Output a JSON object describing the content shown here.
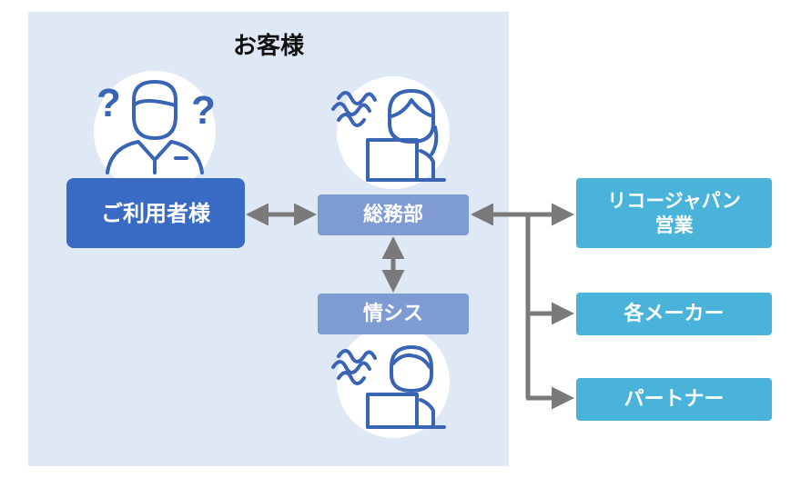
{
  "customer": {
    "title": "お客様"
  },
  "nodes": {
    "user": "ご利用者様",
    "general_affairs": "総務部",
    "info_systems": "情シス",
    "ricoh_line1": "リコージャパン",
    "ricoh_line2": "営業",
    "makers": "各メーカー",
    "partners": "パートナー"
  },
  "colors": {
    "panel": "#dfe9f6",
    "user_box": "#3a6bc4",
    "dept_box": "#7f9bd3",
    "vendor_box": "#4ab3d9",
    "arrow": "#7a7a7a",
    "icon": "#3a64b4"
  },
  "icons": [
    "confused-person-icon",
    "stressed-office-worker-icon"
  ]
}
